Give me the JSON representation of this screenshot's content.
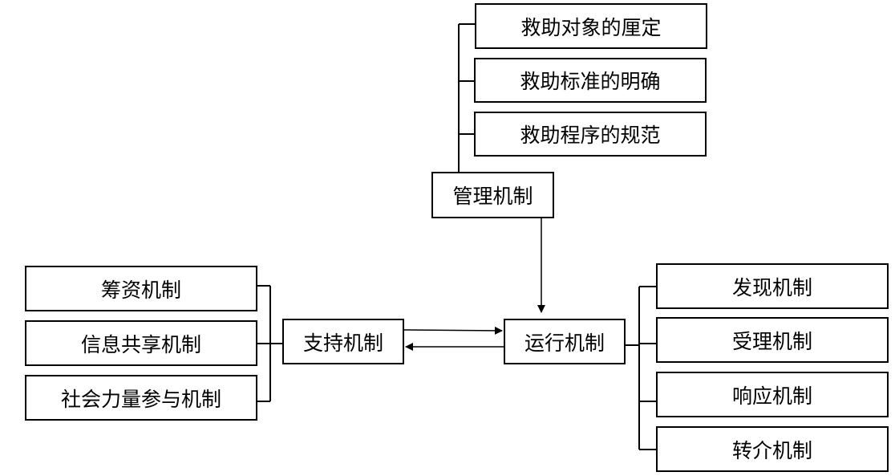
{
  "management": {
    "label": "管理机制",
    "children": [
      "救助对象的厘定",
      "救助标准的明确",
      "救助程序的规范"
    ]
  },
  "support": {
    "label": "支持机制",
    "children": [
      "筹资机制",
      "信息共享机制",
      "社会力量参与机制"
    ]
  },
  "operation": {
    "label": "运行机制",
    "children": [
      "发现机制",
      "受理机制",
      "响应机制",
      "转介机制"
    ]
  },
  "colors": {
    "stroke": "#000000",
    "background": "#ffffff"
  }
}
